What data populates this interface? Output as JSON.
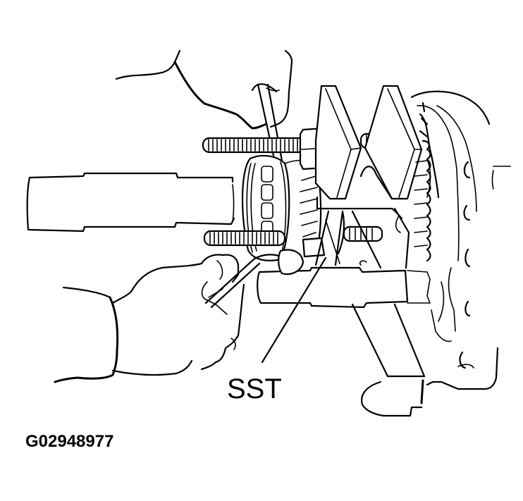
{
  "figure": {
    "description": "Service manual illustration: removing a bearing/gear from a shaft using a special service tool puller, with a wrench turning the puller bolt",
    "callout": {
      "label": "SST",
      "target": "puller-plate"
    },
    "figure_id": "G02948977",
    "colors": {
      "line": "#000000",
      "background": "#ffffff"
    },
    "parts": [
      "upper-hand",
      "shaft",
      "bearing",
      "gear",
      "puller-bolt-upper",
      "puller-bolt-lower",
      "hex-nut",
      "puller-plate-front",
      "puller-plate-rear",
      "cross-bar",
      "lower-hand",
      "wrench",
      "housing"
    ]
  }
}
